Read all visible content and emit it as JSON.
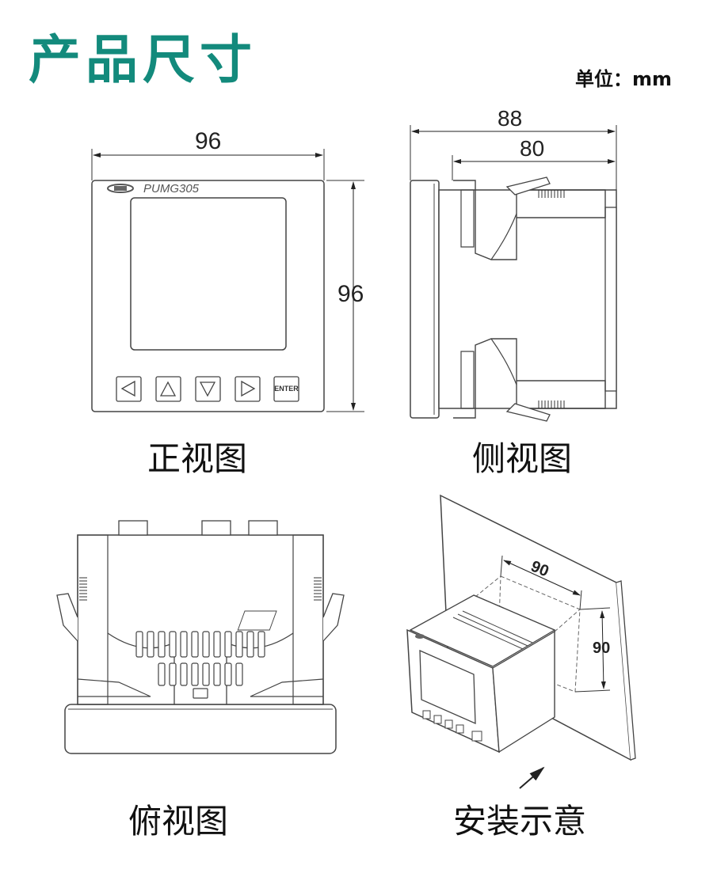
{
  "header": {
    "title": "产品尺寸",
    "unit": "单位：mm"
  },
  "front_view": {
    "caption": "正视图",
    "model": "PUMG305",
    "width_dim": "96",
    "height_dim": "96",
    "keys": [
      "left-arrow",
      "up-arrow",
      "down-arrow",
      "right-arrow"
    ],
    "enter_label": "ENTER"
  },
  "side_view": {
    "caption": "侧视图",
    "overall_dim": "88",
    "body_dim": "80"
  },
  "top_view": {
    "caption": "俯视图"
  },
  "install_view": {
    "caption": "安装示意",
    "cutout_width": "90",
    "cutout_height": "90"
  }
}
